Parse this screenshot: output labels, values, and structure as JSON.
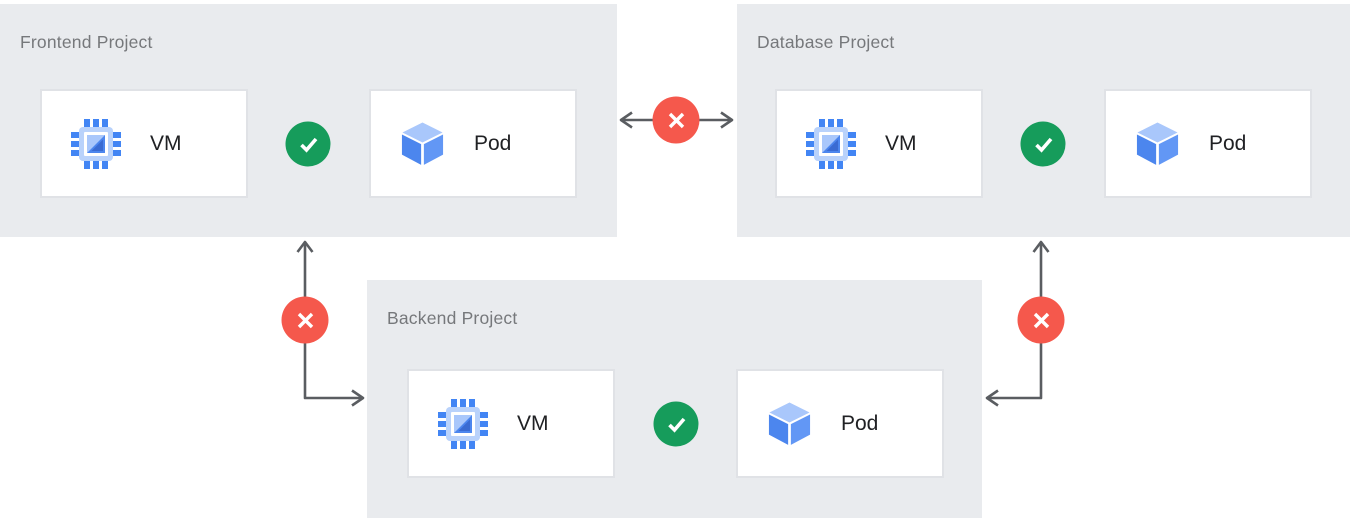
{
  "diagram": {
    "description": "Cross-project network isolation diagram: VM and Pod communicate within each project; traffic between projects is blocked",
    "projects": [
      {
        "title": "Frontend Project",
        "nodes": [
          {
            "label": "VM",
            "icon": "compute-engine-vm-icon"
          },
          {
            "label": "Pod",
            "icon": "kubernetes-pod-icon"
          }
        ],
        "internal_connection": "allowed"
      },
      {
        "title": "Database Project",
        "nodes": [
          {
            "label": "VM",
            "icon": "compute-engine-vm-icon"
          },
          {
            "label": "Pod",
            "icon": "kubernetes-pod-icon"
          }
        ],
        "internal_connection": "allowed"
      },
      {
        "title": "Backend Project",
        "nodes": [
          {
            "label": "VM",
            "icon": "compute-engine-vm-icon"
          },
          {
            "label": "Pod",
            "icon": "kubernetes-pod-icon"
          }
        ],
        "internal_connection": "allowed"
      }
    ],
    "cross_project_connections": [
      {
        "from": "Frontend Project",
        "to": "Database Project",
        "status": "blocked"
      },
      {
        "from": "Frontend Project",
        "to": "Backend Project",
        "status": "blocked"
      },
      {
        "from": "Database Project",
        "to": "Backend Project",
        "status": "blocked"
      }
    ],
    "colors": {
      "panel_bg": "#E9EBEE",
      "card_bg": "#FFFFFF",
      "card_border": "#E0E2E6",
      "title_gray": "#76787B",
      "label_dark": "#202124",
      "arrow_gray": "#5A5D61",
      "allowed_green": "#169C5B",
      "blocked_red": "#F5584C",
      "icon_blue": "#4285F4",
      "icon_blue_light": "#A9C7FB",
      "icon_blue_mid": "#4C86EE",
      "icon_blue_dark": "#3A6BD2",
      "icon_body_light": "#B9D2FB"
    }
  }
}
